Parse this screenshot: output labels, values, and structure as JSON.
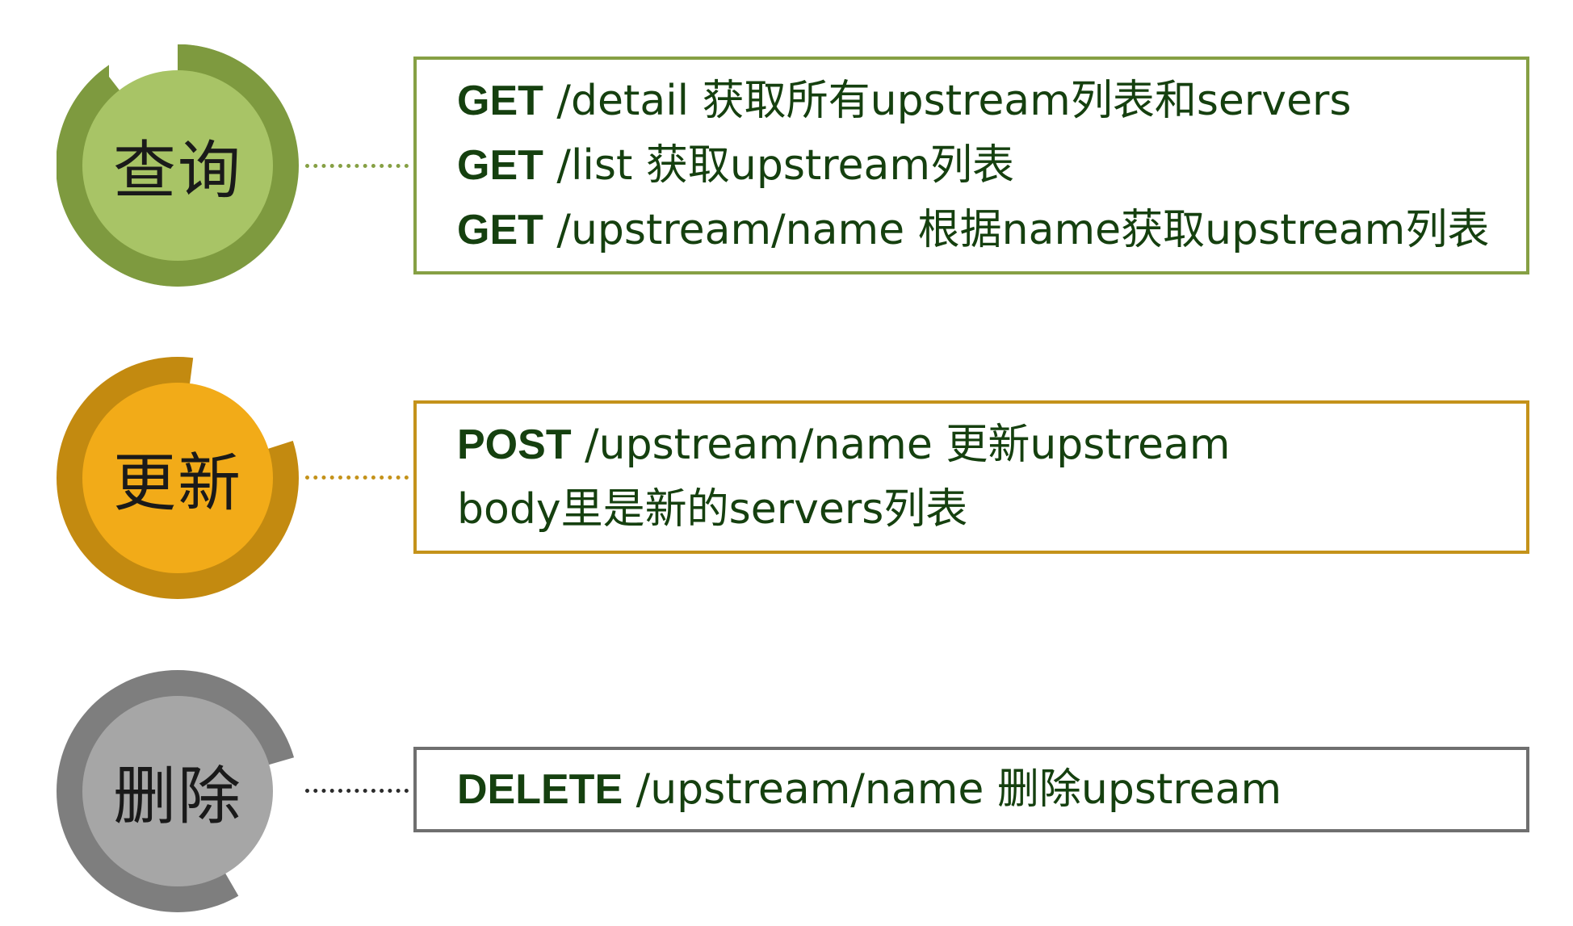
{
  "colors": {
    "query": {
      "outer": "#7e9a3f",
      "inner": "#a8c466",
      "line": "#86a044"
    },
    "update": {
      "outer": "#c38a10",
      "inner": "#f2ab18",
      "line": "#c4921a"
    },
    "delete": {
      "outer": "#7e7e7e",
      "inner": "#a6a6a6",
      "line": "#6f6f6f"
    },
    "text": "#15400f"
  },
  "sections": {
    "query": {
      "label": "查询",
      "lines": [
        {
          "method": "GET",
          "text": " /detail 获取所有upstream列表和servers"
        },
        {
          "method": "GET",
          "text": " /list 获取upstream列表"
        },
        {
          "method": "GET",
          "text": " /upstream/name 根据name获取upstream列表"
        }
      ]
    },
    "update": {
      "label": "更新",
      "lines": [
        {
          "method": "POST",
          "text": " /upstream/name 更新upstream"
        },
        {
          "method": "",
          "text": "body里是新的servers列表"
        }
      ]
    },
    "delete": {
      "label": "删除",
      "lines": [
        {
          "method": "DELETE",
          "text": " /upstream/name 删除upstream"
        }
      ]
    }
  }
}
